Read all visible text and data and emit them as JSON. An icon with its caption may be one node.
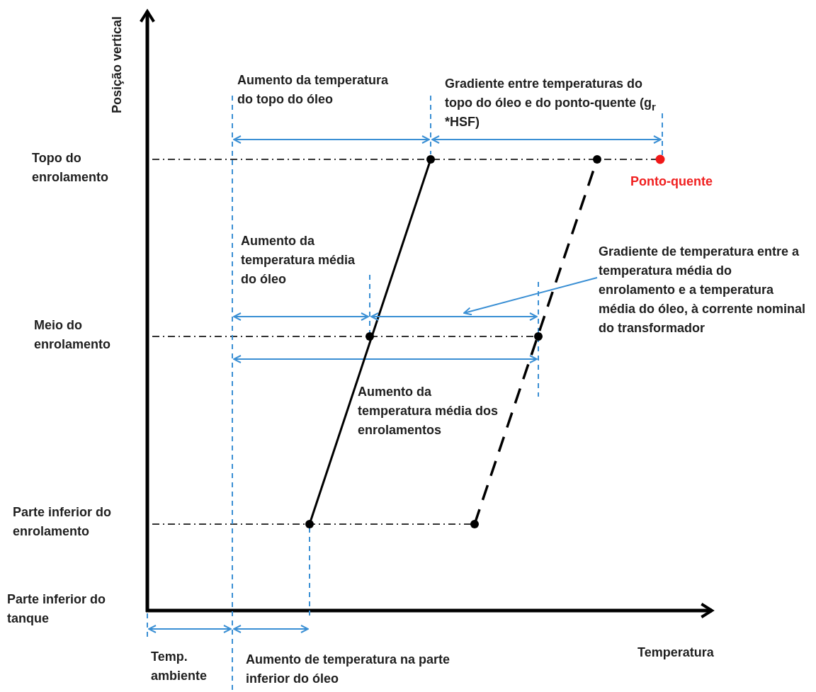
{
  "diagram": {
    "nodes": [
      {
        "text": [
          "Gradiente de temperatura entre a temperatura média do enrolamento e a temperatura média do óleo, à corrente nominal do transformador"
        ]
      },
      {
        "text": [],
        "shape": "bar"
      }
    ],
    "edges": [
      {
        "from": 0,
        "to": 1,
        "arrow": "to"
      }
    ],
    "labels": [
      "Posição vertical",
      "Aumento da temperatura do topo do óleo",
      "Gradiente entre temperaturas do topo do óleo e do ponto-quente (g$_{r}$ *HSF)",
      "Topo do enrolamento",
      "Ponto-quente",
      "Aumento da temperatura média do óleo",
      "Meio do enrolamento",
      "Aumento da temperatura média dos enrolamentos",
      "Parte inferior do enrolamento",
      "Parte inferior do tanque",
      "Temperatura",
      "Temp. ambiente",
      "Aumento de temperatura na parte inferior do óleo"
    ]
  }
}
